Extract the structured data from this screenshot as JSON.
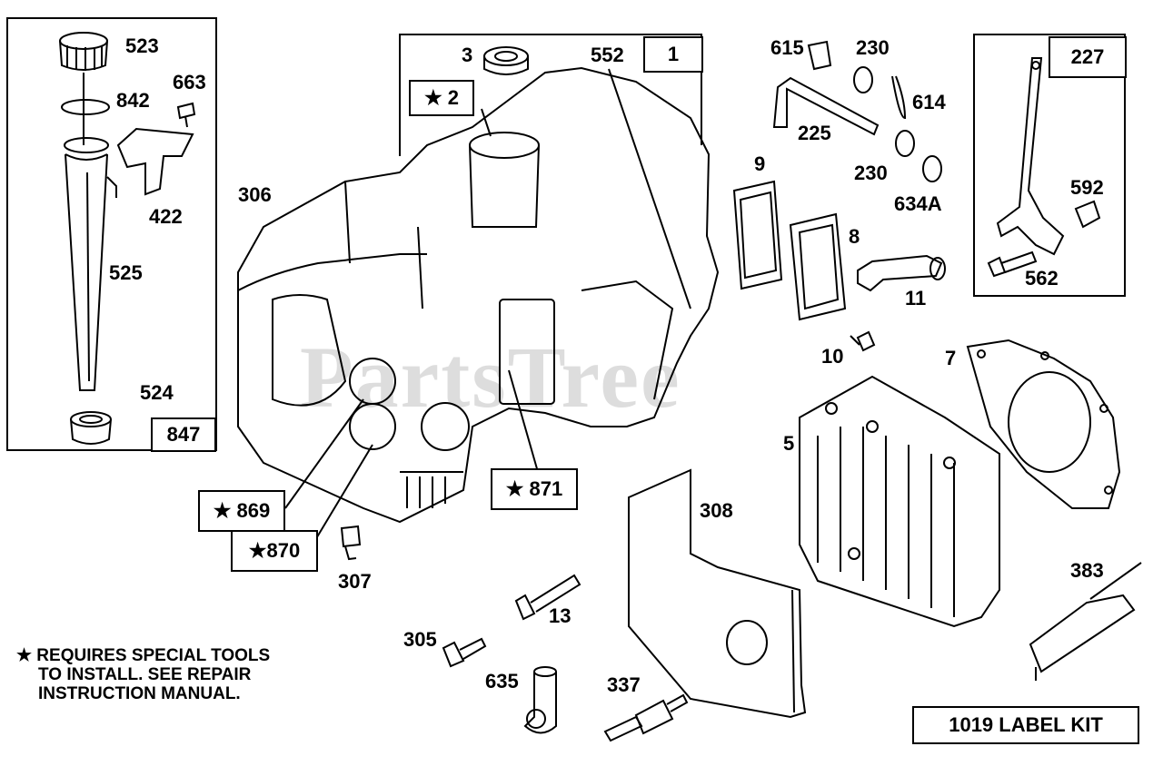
{
  "watermark": "PartsTree",
  "legend": {
    "line1": "★ REQUIRES SPECIAL TOOLS",
    "line2": "TO INSTALL.  SEE REPAIR",
    "line3": "INSTRUCTION MANUAL."
  },
  "label_kit": "1019 LABEL KIT",
  "group_boxes": {
    "dipstick": "847",
    "crankcase": "1",
    "governor": "227"
  },
  "starred": {
    "p2": "★ 2",
    "p869": "★ 869",
    "p870": "★870",
    "p871": "★ 871"
  },
  "parts": {
    "p523": "523",
    "p842": "842",
    "p663": "663",
    "p422": "422",
    "p525": "525",
    "p524": "524",
    "p3": "3",
    "p552": "552",
    "p306": "306",
    "p307": "307",
    "p13": "13",
    "p305": "305",
    "p635": "635",
    "p337": "337",
    "p308": "308",
    "p615": "615",
    "p230a": "230",
    "p614": "614",
    "p225": "225",
    "p230b": "230",
    "p634a": "634A",
    "p9": "9",
    "p8": "8",
    "p11": "11",
    "p10": "10",
    "p7": "7",
    "p5": "5",
    "p383": "383",
    "p592": "592",
    "p562": "562"
  }
}
